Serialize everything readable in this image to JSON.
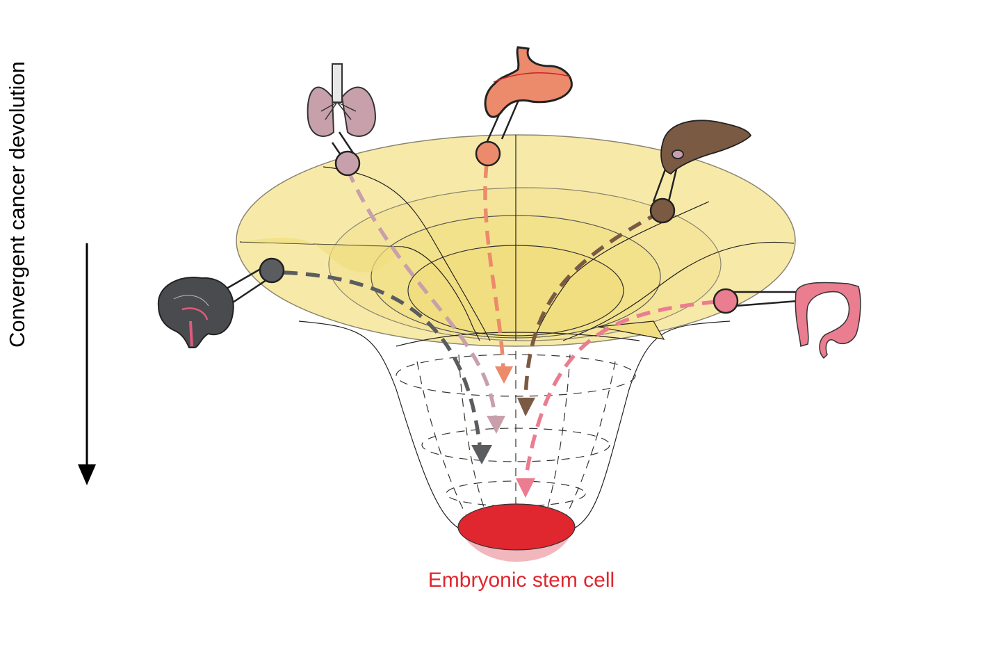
{
  "axis_label": "Convergent cancer devolution",
  "bottom_label": "Embryonic stem cell",
  "colors": {
    "funnel_rim": "#f7eaa9",
    "funnel_inner": "#f3e28c",
    "stem_cell": "#e0262e",
    "lung": "#c8a0ab",
    "stomach": "#ec8a6c",
    "liver": "#7a5a43",
    "brain": "#5b5c60",
    "colon": "#ea7d8f"
  },
  "organs": [
    {
      "name": "lung",
      "icon": "lung-icon"
    },
    {
      "name": "stomach",
      "icon": "stomach-icon"
    },
    {
      "name": "liver",
      "icon": "liver-icon"
    },
    {
      "name": "brain",
      "icon": "brain-icon"
    },
    {
      "name": "colon",
      "icon": "colon-icon"
    }
  ]
}
